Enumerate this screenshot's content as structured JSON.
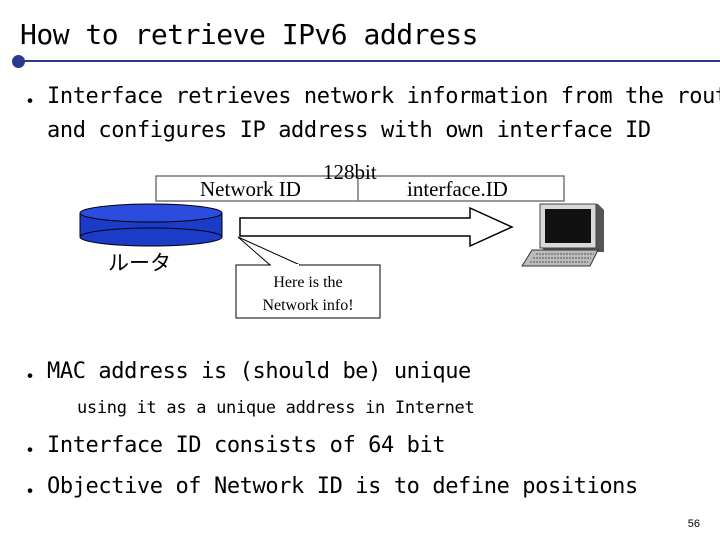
{
  "slide": {
    "title": "How to retrieve IPv6 address",
    "page_number": "56",
    "bullet_mark": "・"
  },
  "bullets": [
    {
      "line1": "Interface retrieves network information from the router",
      "line2": "and configures IP address with own interface ID"
    },
    {
      "line1": "MAC address is (should be) unique",
      "sub": "using it as a unique address in Internet"
    },
    {
      "line1": "Interface ID consists of 64 bit"
    },
    {
      "line1": "Objective of Network ID is to define positions"
    }
  ],
  "diagram": {
    "bit_label": "128bit",
    "network_id_label": "Network ID",
    "interface_id_label": "interface.ID",
    "router_label": "ルータ",
    "callout_line1": "Here is the",
    "callout_line2": "Network info!",
    "router_color": "#1a3cc8",
    "accent_color": "#2b3a8c"
  }
}
